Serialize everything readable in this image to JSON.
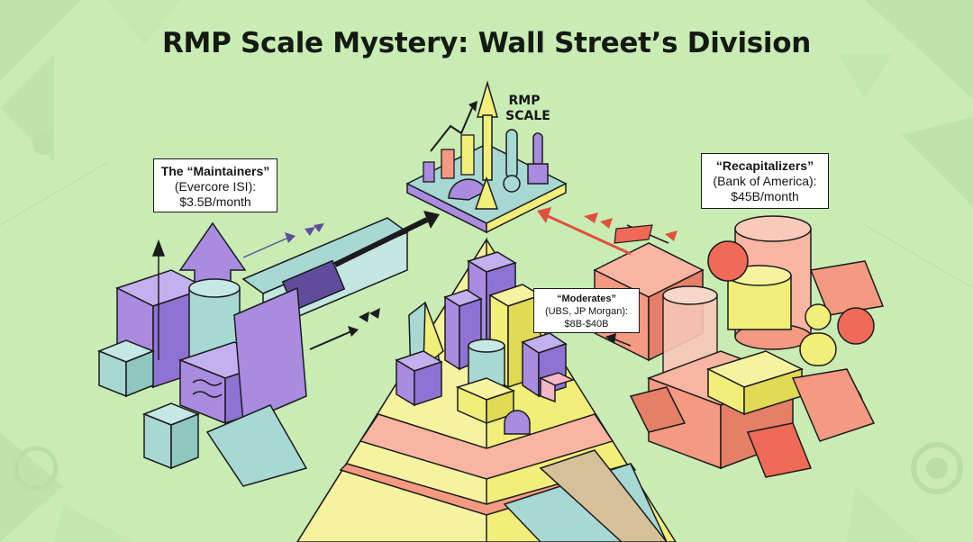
{
  "title": "RMP Scale Mystery: Wall Street’s Division",
  "center": {
    "label_line1": "RMP",
    "label_line2": "SCALE"
  },
  "groups": [
    {
      "name": "The “Maintainers”",
      "institution": "(Evercore ISI):",
      "estimate": "$3.5B/month",
      "color": "#a98be0"
    },
    {
      "name": "“Moderates”",
      "institution": "(UBS, JP Morgan):",
      "estimate": "$8B-$40B",
      "color": "#f2ee7a"
    },
    {
      "name": "“Recapitalizers”",
      "institution": "(Bank of America):",
      "estimate": "$45B/month",
      "color": "#f49a82"
    }
  ],
  "colors": {
    "background": "#c9ecb4",
    "purple": "#a98be0",
    "teal": "#a8d8d4",
    "yellow": "#f2ee7a",
    "coral": "#f49a82",
    "pink": "#f2b6c8",
    "outline": "#1b1b1b"
  }
}
